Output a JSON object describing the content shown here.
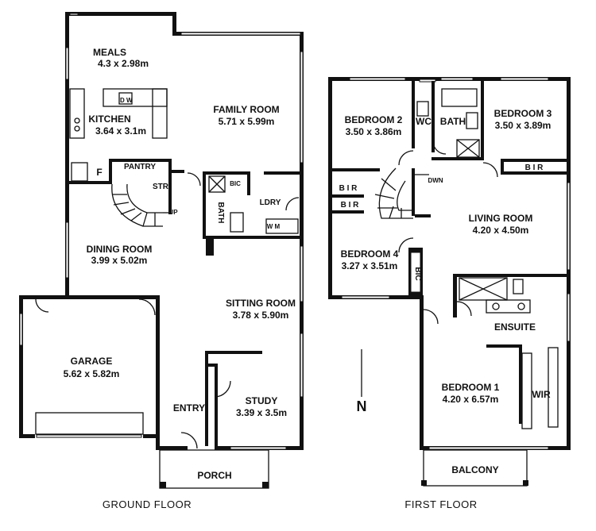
{
  "rooms": {
    "meals": {
      "name": "MEALS",
      "dims": "4.3 x 2.98m"
    },
    "kitchen": {
      "name": "KITCHEN",
      "dims": "3.64 x 3.1m"
    },
    "family": {
      "name": "FAMILY ROOM",
      "dims": "5.71 x 5.99m"
    },
    "pantry": {
      "name": "PANTRY"
    },
    "f": {
      "name": "F"
    },
    "str": {
      "name": "STR"
    },
    "bic_g": {
      "name": "BIC"
    },
    "bath_g": {
      "name": "BATH"
    },
    "ldry": {
      "name": "LDRY"
    },
    "wm": {
      "name": "W M"
    },
    "up": {
      "name": "UP"
    },
    "dining": {
      "name": "DINING ROOM",
      "dims": "3.99 x 5.02m"
    },
    "garage": {
      "name": "GARAGE",
      "dims": "5.62 x 5.82m"
    },
    "sitting": {
      "name": "SITTING ROOM",
      "dims": "3.78 x 5.90m"
    },
    "entry": {
      "name": "ENTRY"
    },
    "study": {
      "name": "STUDY",
      "dims": "3.39 x 3.5m"
    },
    "porch": {
      "name": "PORCH"
    },
    "bed2": {
      "name": "BEDROOM 2",
      "dims": "3.50 x 3.86m"
    },
    "wc": {
      "name": "WC"
    },
    "bath_f": {
      "name": "BATH"
    },
    "bed3": {
      "name": "BEDROOM 3",
      "dims": "3.50 x 3.89m"
    },
    "bir3": {
      "name": "B I R"
    },
    "bir_a": {
      "name": "B I R"
    },
    "bir_b": {
      "name": "B I R"
    },
    "dwn": {
      "name": "DWN"
    },
    "living": {
      "name": "LIVING ROOM",
      "dims": "4.20 x 4.50m"
    },
    "bed4": {
      "name": "BEDROOM 4",
      "dims": "3.27 x 3.51m"
    },
    "bic_f": {
      "name": "BIC"
    },
    "ensuite": {
      "name": "ENSUITE"
    },
    "bed1": {
      "name": "BEDROOM 1",
      "dims": "4.20 x 6.57m"
    },
    "wir": {
      "name": "WIR"
    },
    "balcony": {
      "name": "BALCONY"
    }
  },
  "labels": {
    "ground_floor": "GROUND FLOOR",
    "first_floor": "FIRST FLOOR",
    "north": "N"
  }
}
